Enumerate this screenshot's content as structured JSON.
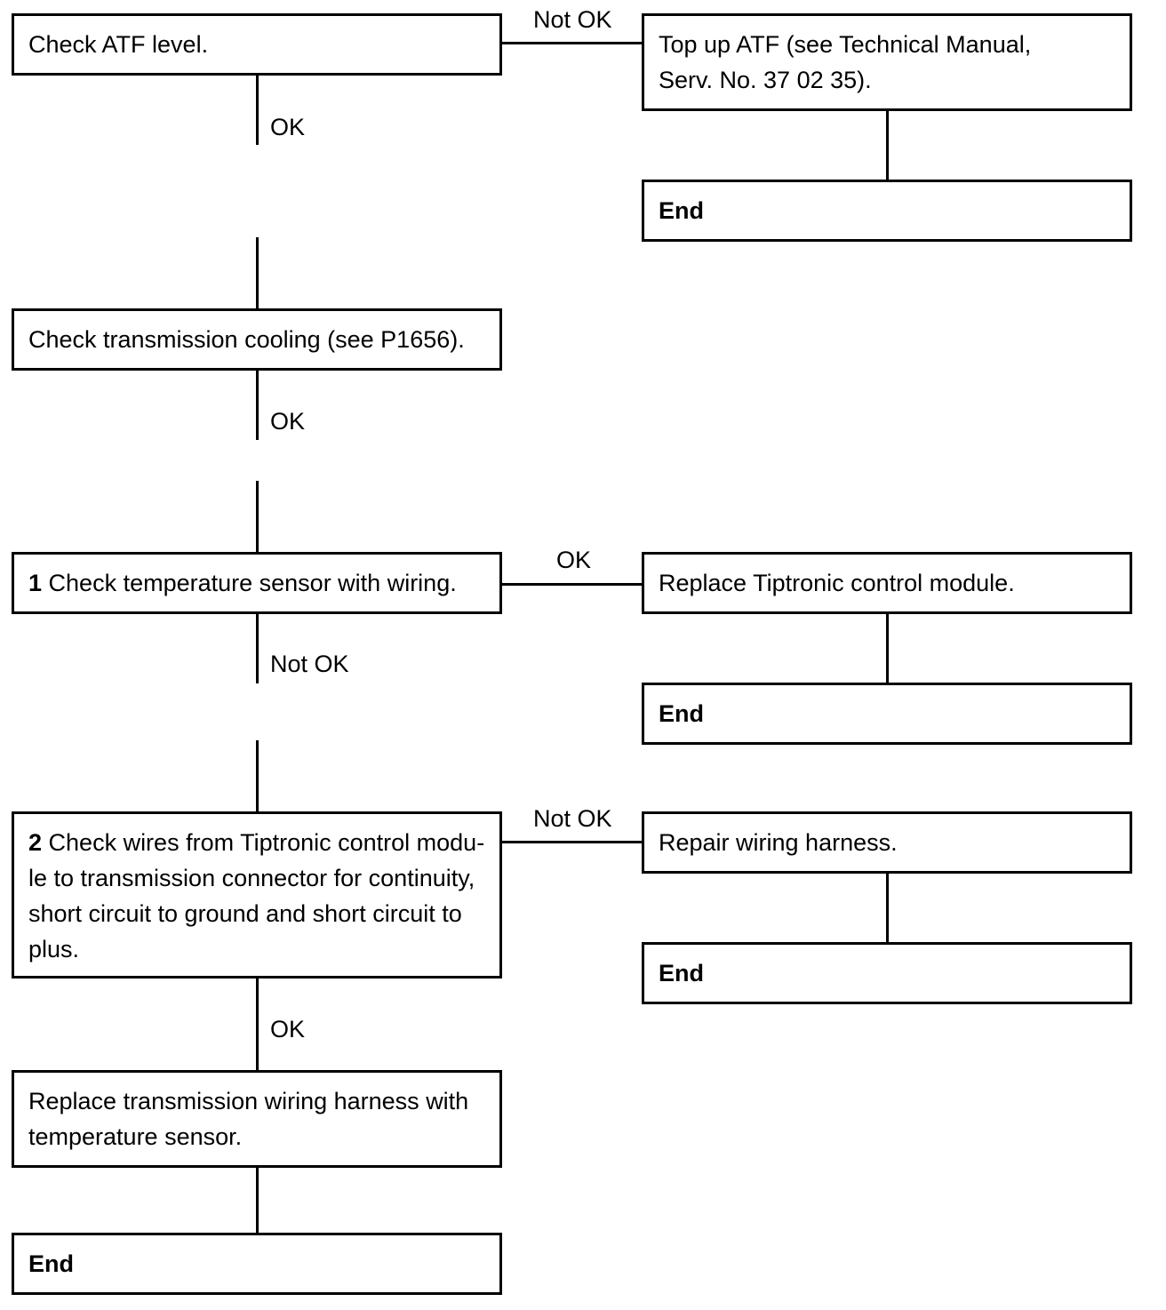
{
  "nodes": {
    "check_atf": {
      "text": "Check ATF level."
    },
    "top_up_atf": {
      "line1": "Top up ATF (see Technical Manual,",
      "line2": "Serv. No. 37 02 35)."
    },
    "end_1": {
      "text": "End"
    },
    "check_cooling": {
      "text": "Check transmission cooling (see P1656)."
    },
    "check_sensor": {
      "step": "1",
      "text": " Check temperature sensor with wiring."
    },
    "replace_module": {
      "text": "Replace Tiptronic control module."
    },
    "end_2": {
      "text": "End"
    },
    "check_wires": {
      "step": "2",
      "line1": " Check wires from Tiptronic control modu-",
      "line2": "le to transmission connector for continuity,",
      "line3": "short circuit to ground and short circuit to",
      "line4": "plus."
    },
    "repair_harness": {
      "text": "Repair wiring harness."
    },
    "end_3": {
      "text": "End"
    },
    "replace_harness": {
      "line1": "Replace transmission wiring harness with",
      "line2": "temperature sensor."
    },
    "end_4": {
      "text": "End"
    }
  },
  "edges": {
    "atf_not_ok": "Not OK",
    "atf_ok": "OK",
    "cooling_ok": "OK",
    "sensor_ok": "OK",
    "sensor_not_ok": "Not OK",
    "wires_not_ok": "Not OK",
    "wires_ok": "OK"
  }
}
